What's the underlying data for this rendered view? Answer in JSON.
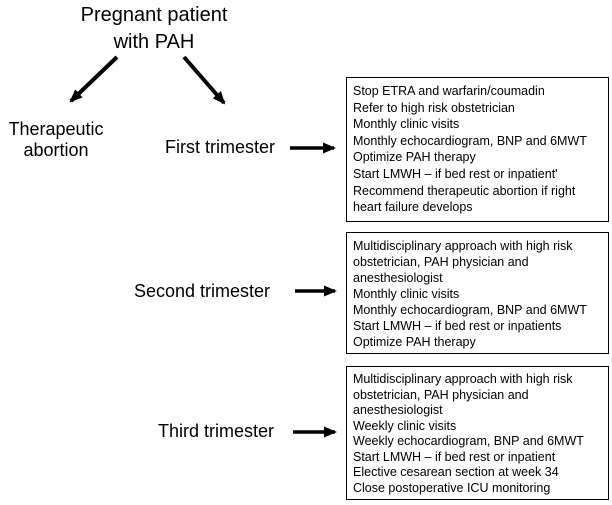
{
  "colors": {
    "background": "#ffffff",
    "text": "#000000",
    "box_border": "#000000",
    "arrow": "#000000"
  },
  "root_node": {
    "line1": "Pregnant patient",
    "line2": "with PAH"
  },
  "abortion_node": {
    "line1": "Therapeutic",
    "line2": "abortion"
  },
  "branches": [
    {
      "label": "First trimester",
      "items": [
        "Stop ETRA and warfarin/coumadin",
        "Refer to high risk obstetrician",
        "Monthly clinic visits",
        "Monthly echocardiogram, BNP and 6MWT",
        "Optimize PAH therapy",
        "Start LMWH – if bed rest or inpatient'",
        "Recommend therapeutic abortion if right heart failure develops"
      ]
    },
    {
      "label": "Second trimester",
      "items": [
        "Multidisciplinary approach with high risk obstetrician, PAH physician and anesthesiologist",
        "Monthly clinic visits",
        "Monthly echocardiogram, BNP and 6MWT",
        "Start LMWH – if bed rest or inpatients",
        "Optimize PAH therapy"
      ]
    },
    {
      "label": "Third trimester",
      "items": [
        "Multidisciplinary approach with high risk obstetrician, PAH physician and anesthesiologist",
        "Weekly clinic visits",
        "Weekly echocardiogram, BNP and 6MWT",
        "Start LMWH – if bed rest or inpatient",
        "Elective cesarean section at week 34",
        "Close postoperative ICU monitoring"
      ]
    }
  ],
  "arrow_icons": [
    "down-left-arrow",
    "down-right-arrow",
    "right-arrow",
    "right-arrow",
    "right-arrow"
  ]
}
